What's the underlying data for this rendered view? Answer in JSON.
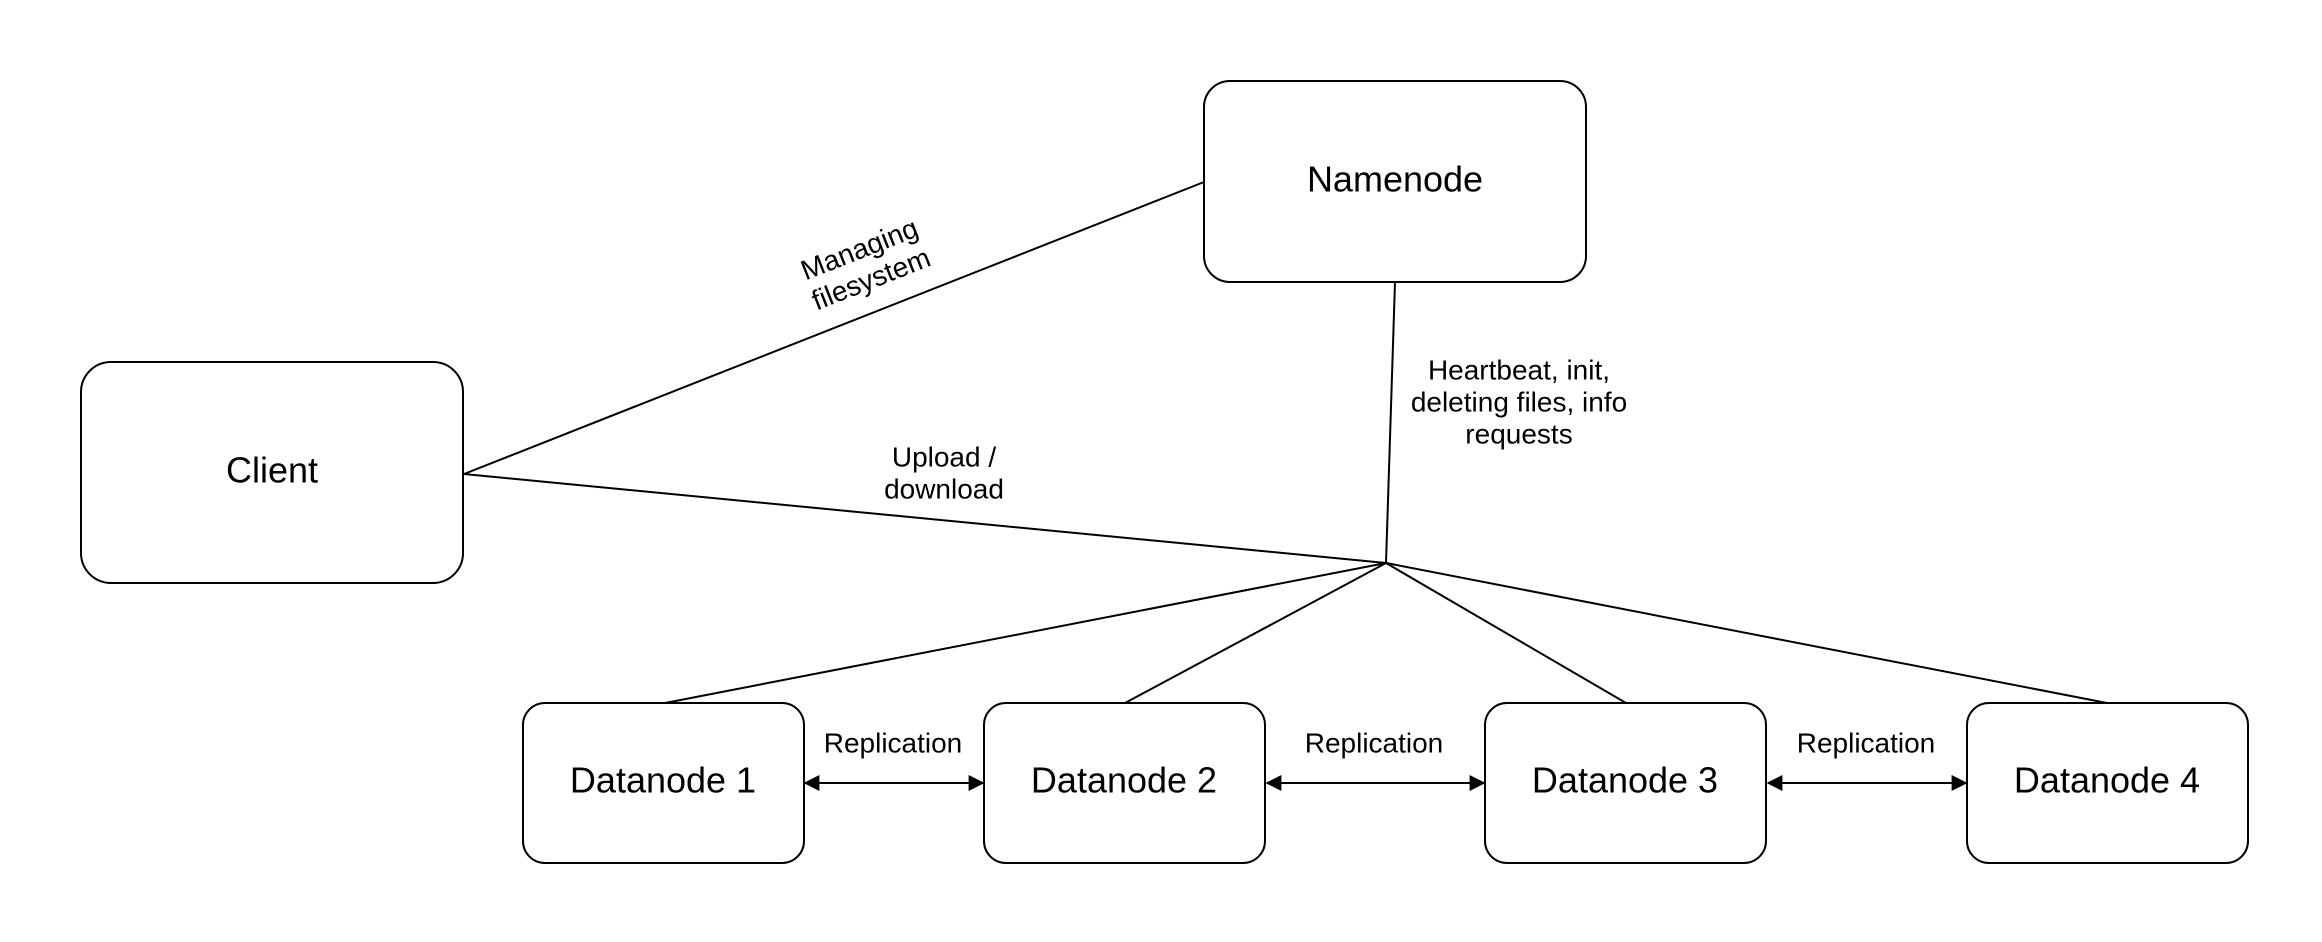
{
  "nodes": {
    "namenode": "Namenode",
    "client": "Client",
    "datanode1": "Datanode 1",
    "datanode2": "Datanode 2",
    "datanode3": "Datanode 3",
    "datanode4": "Datanode 4"
  },
  "edges": {
    "managing_line1": "Managing",
    "managing_line2": "filesystem",
    "upload_line1": "Upload /",
    "upload_line2": "download",
    "heartbeat_line1": "Heartbeat, init,",
    "heartbeat_line2": "deleting files, info",
    "heartbeat_line3": "requests",
    "replication_1_2": "Replication",
    "replication_2_3": "Replication",
    "replication_3_4": "Replication"
  },
  "colors": {
    "stroke": "#000000",
    "fill": "#ffffff"
  }
}
